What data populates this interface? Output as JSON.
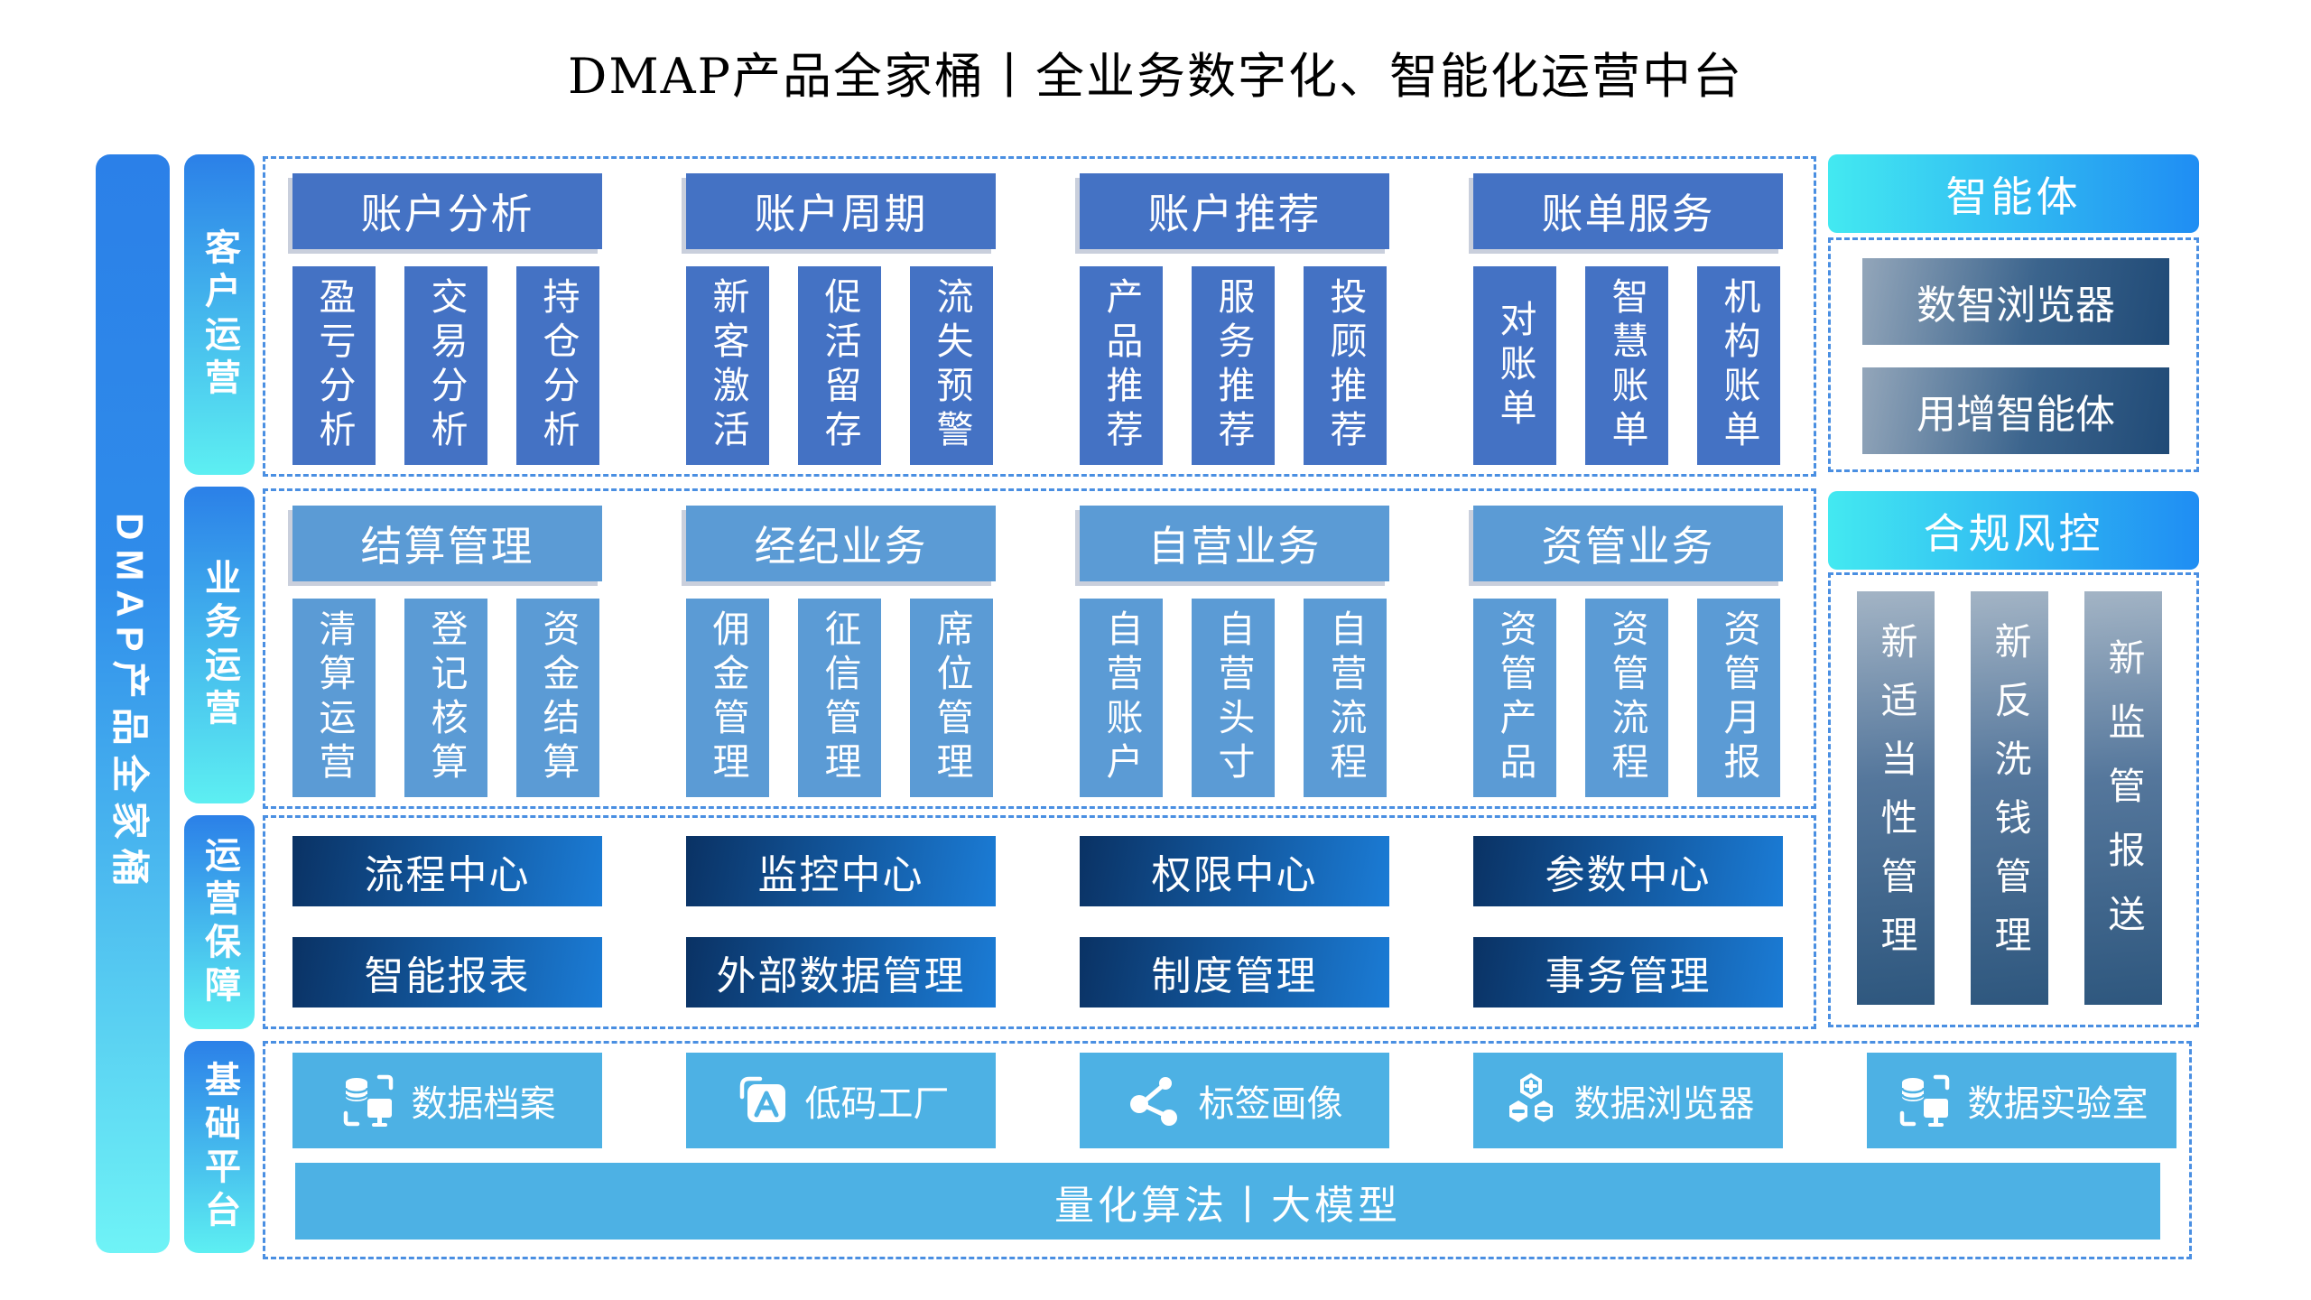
{
  "title": "DMAP产品全家桶丨全业务数字化、智能化运营中台",
  "left_bar": {
    "label": "DMAP产品全家桶"
  },
  "rows": {
    "customer_ops": {
      "label": "客户运营",
      "groups": [
        {
          "header": "账户分析",
          "items": [
            "盈亏分析",
            "交易分析",
            "持仓分析"
          ]
        },
        {
          "header": "账户周期",
          "items": [
            "新客激活",
            "促活留存",
            "流失预警"
          ]
        },
        {
          "header": "账户推荐",
          "items": [
            "产品推荐",
            "服务推荐",
            "投顾推荐"
          ]
        },
        {
          "header": "账单服务",
          "items": [
            "对账单",
            "智慧账单",
            "机构账单"
          ]
        }
      ]
    },
    "business_ops": {
      "label": "业务运营",
      "groups": [
        {
          "header": "结算管理",
          "items": [
            "清算运营",
            "登记核算",
            "资金结算"
          ]
        },
        {
          "header": "经纪业务",
          "items": [
            "佣金管理",
            "征信管理",
            "席位管理"
          ]
        },
        {
          "header": "自营业务",
          "items": [
            "自营账户",
            "自营头寸",
            "自营流程"
          ]
        },
        {
          "header": "资管业务",
          "items": [
            "资管产品",
            "资管流程",
            "资管月报"
          ]
        }
      ]
    },
    "ops_support": {
      "label": "运营保障",
      "columns": [
        {
          "top": "流程中心",
          "bottom": "智能报表"
        },
        {
          "top": "监控中心",
          "bottom": "外部数据管理"
        },
        {
          "top": "权限中心",
          "bottom": "制度管理"
        },
        {
          "top": "参数中心",
          "bottom": "事务管理"
        }
      ]
    },
    "base_platform": {
      "label": "基础平台",
      "apps": [
        {
          "icon": "database-monitor-icon",
          "label": "数据档案"
        },
        {
          "icon": "letter-a-card-icon",
          "label": "低码工厂"
        },
        {
          "icon": "node-graph-icon",
          "label": "标签画像"
        },
        {
          "icon": "hexagon-cluster-icon",
          "label": "数据浏览器"
        },
        {
          "icon": "database-monitor-icon",
          "label": "数据实验室"
        }
      ],
      "bottom_bar": "量化算法丨大模型"
    }
  },
  "right_panel": {
    "agent": {
      "header": "智能体",
      "items": [
        "数智浏览器",
        "用增智能体"
      ]
    },
    "compliance": {
      "header": "合规风控",
      "pillars": [
        "新适当性管理",
        "新反洗钱管理",
        "新监管报送"
      ]
    }
  },
  "colors": {
    "row1_blue": "#4472C4",
    "row2_blue": "#5B9BD5",
    "ops_bar_gradient": [
      "#0A3264",
      "#1B7CD6"
    ],
    "platform_blue": "#4DB1E4",
    "side_header_gradient": [
      "#43E9F1",
      "#1F8DF3"
    ],
    "left_bar_gradient": [
      "#2B80E8",
      "#6FF3F6"
    ],
    "agent_box_gradient": [
      "#93A6BA",
      "#204A76"
    ],
    "compliance_pillar_gradient": [
      "#A3B4C5",
      "#2E577E"
    ],
    "dashed_border": "#4A8FE2",
    "title_color": "#000000",
    "text_on_fill": "#FFFFFF"
  }
}
